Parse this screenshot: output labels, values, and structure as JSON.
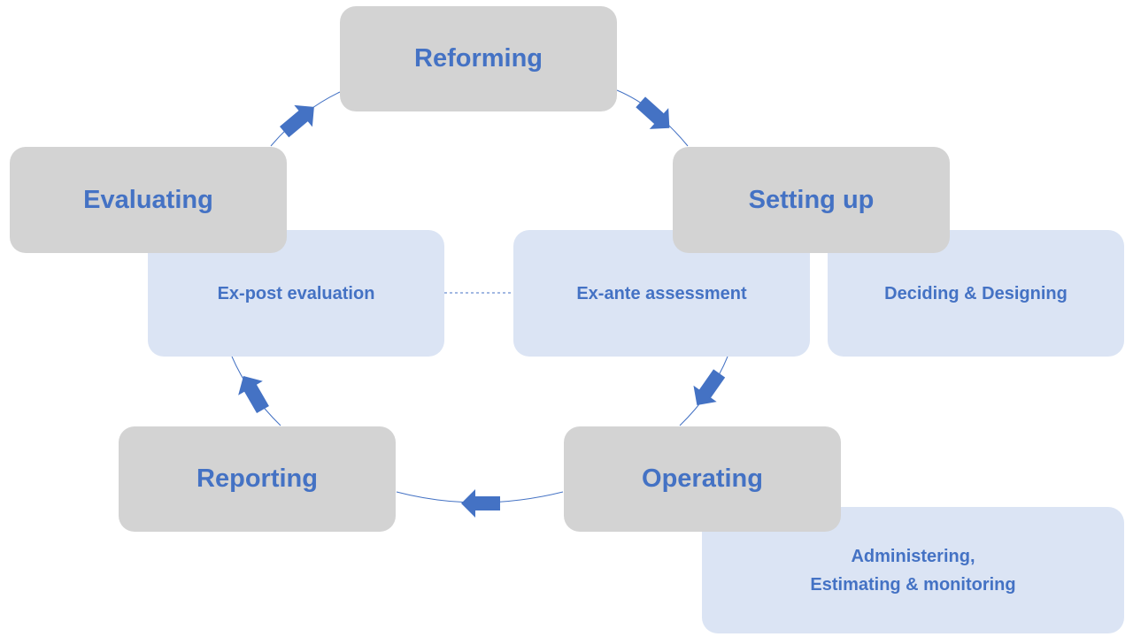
{
  "stages": {
    "reforming": "Reforming",
    "setting_up": "Setting up",
    "operating": "Operating",
    "reporting": "Reporting",
    "evaluating": "Evaluating"
  },
  "activities": {
    "ex_post": "Ex-post evaluation",
    "ex_ante": "Ex-ante assessment",
    "deciding": "Deciding & Designing",
    "administering_line1": "Administering,",
    "administering_line2": "Estimating & monitoring"
  },
  "colors": {
    "stage_fill": "#d3d3d3",
    "activity_fill": "#dbe4f4",
    "text": "#4472c4",
    "arrow": "#4472c4",
    "cycle_line": "#4472c4"
  }
}
